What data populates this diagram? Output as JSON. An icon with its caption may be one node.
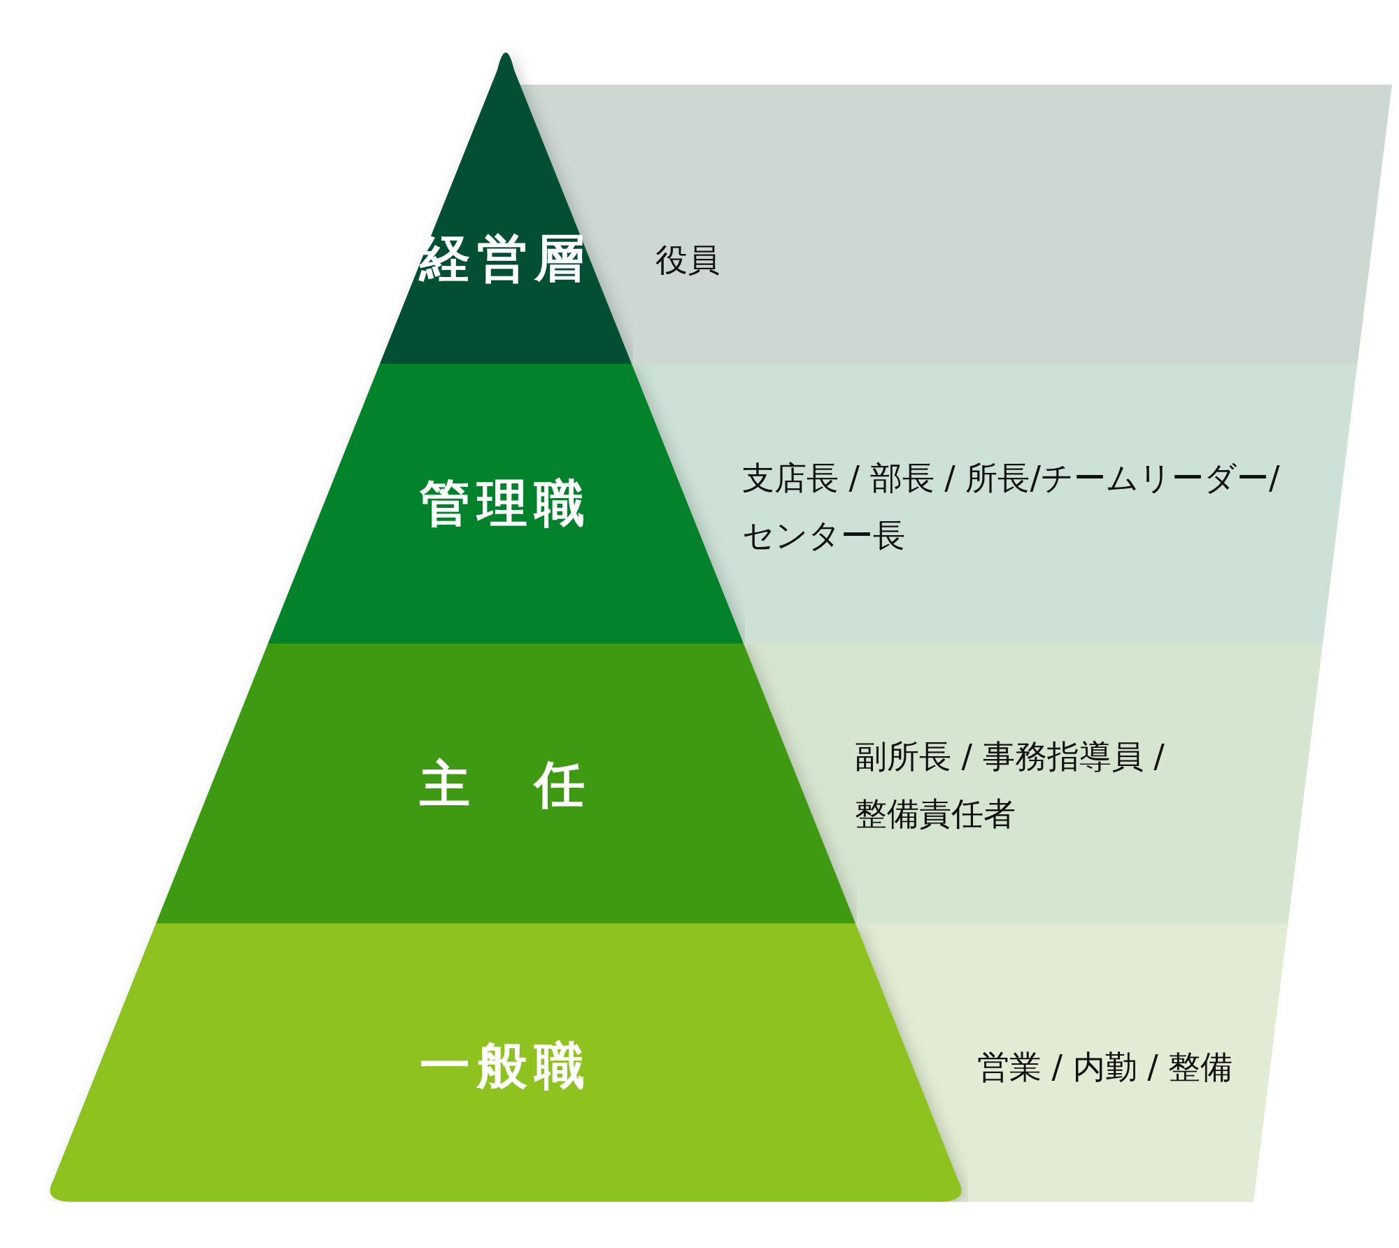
{
  "diagram": {
    "nodes": [
      {
        "text": [
          "経営層"
        ]
      },
      {
        "text": [
          "役員"
        ]
      },
      {
        "text": [
          "管理職"
        ]
      },
      {
        "text": [
          "支店長 / 部長 / 所長/チームリーダー/センター長"
        ]
      },
      {
        "text": [
          "主　任"
        ]
      },
      {
        "text": [
          "副所長 / 事務指導員 / 整備責任者"
        ]
      },
      {
        "text": [
          "一般職"
        ]
      },
      {
        "text": [
          "営業 / 内勤 / 整備"
        ]
      }
    ]
  }
}
